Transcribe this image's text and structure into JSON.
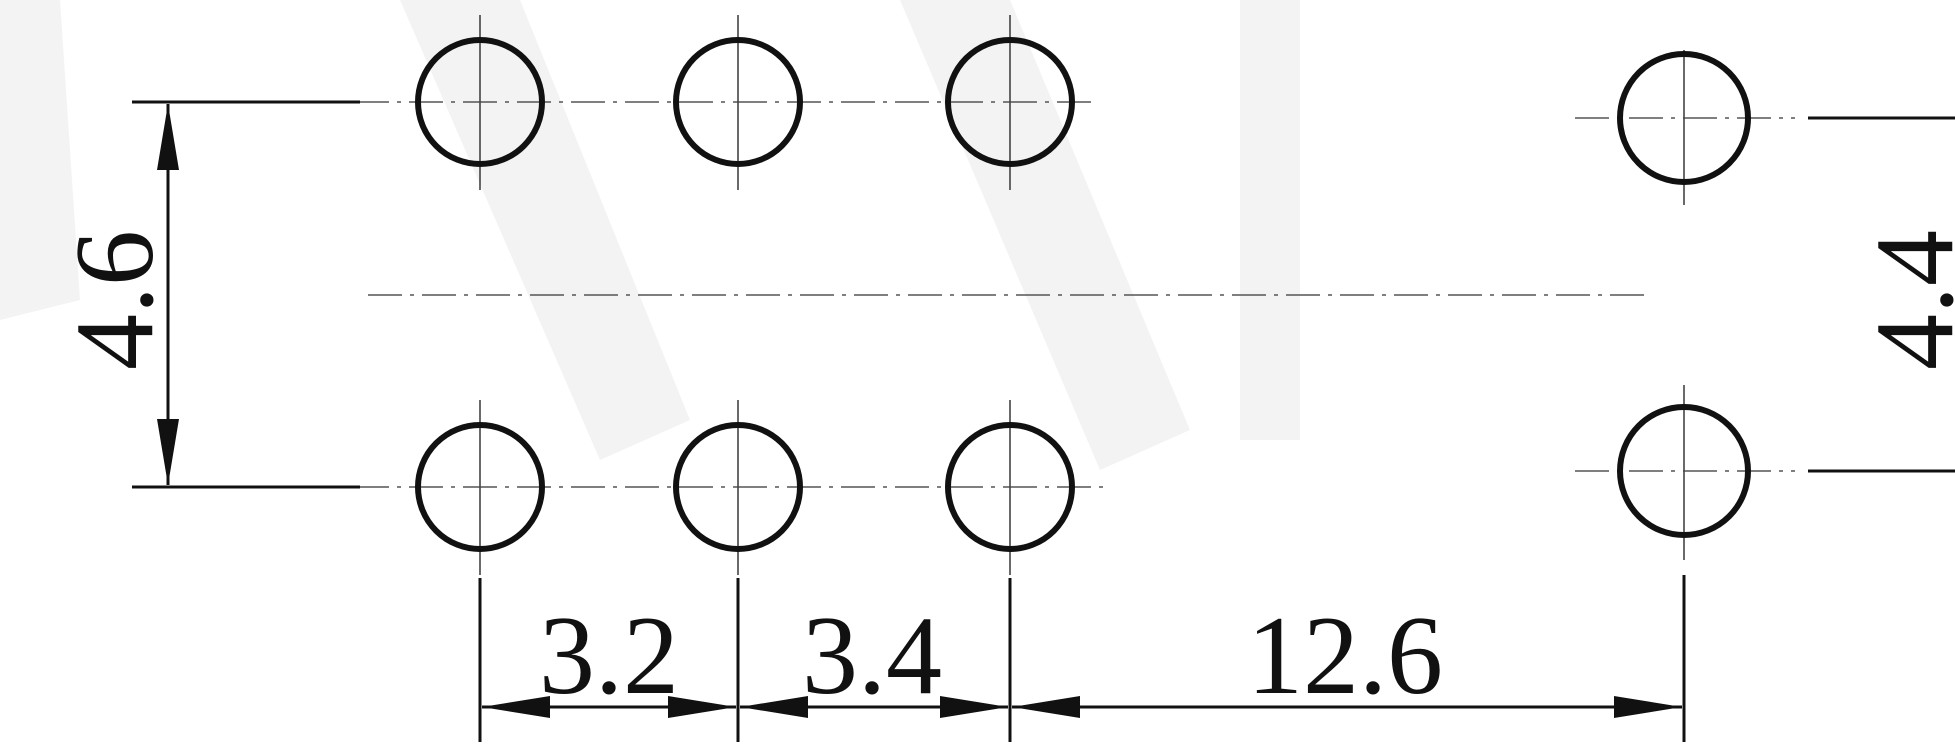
{
  "colors": {
    "background": "#ffffff",
    "line": "#111111",
    "center_line": "#555555",
    "watermark": "#f3f3f3"
  },
  "dimensions": {
    "pitch_1": "3.2",
    "pitch_2": "3.4",
    "pitch_3": "12.6",
    "row_spacing_left": "4.6",
    "row_spacing_right": "4.4"
  }
}
